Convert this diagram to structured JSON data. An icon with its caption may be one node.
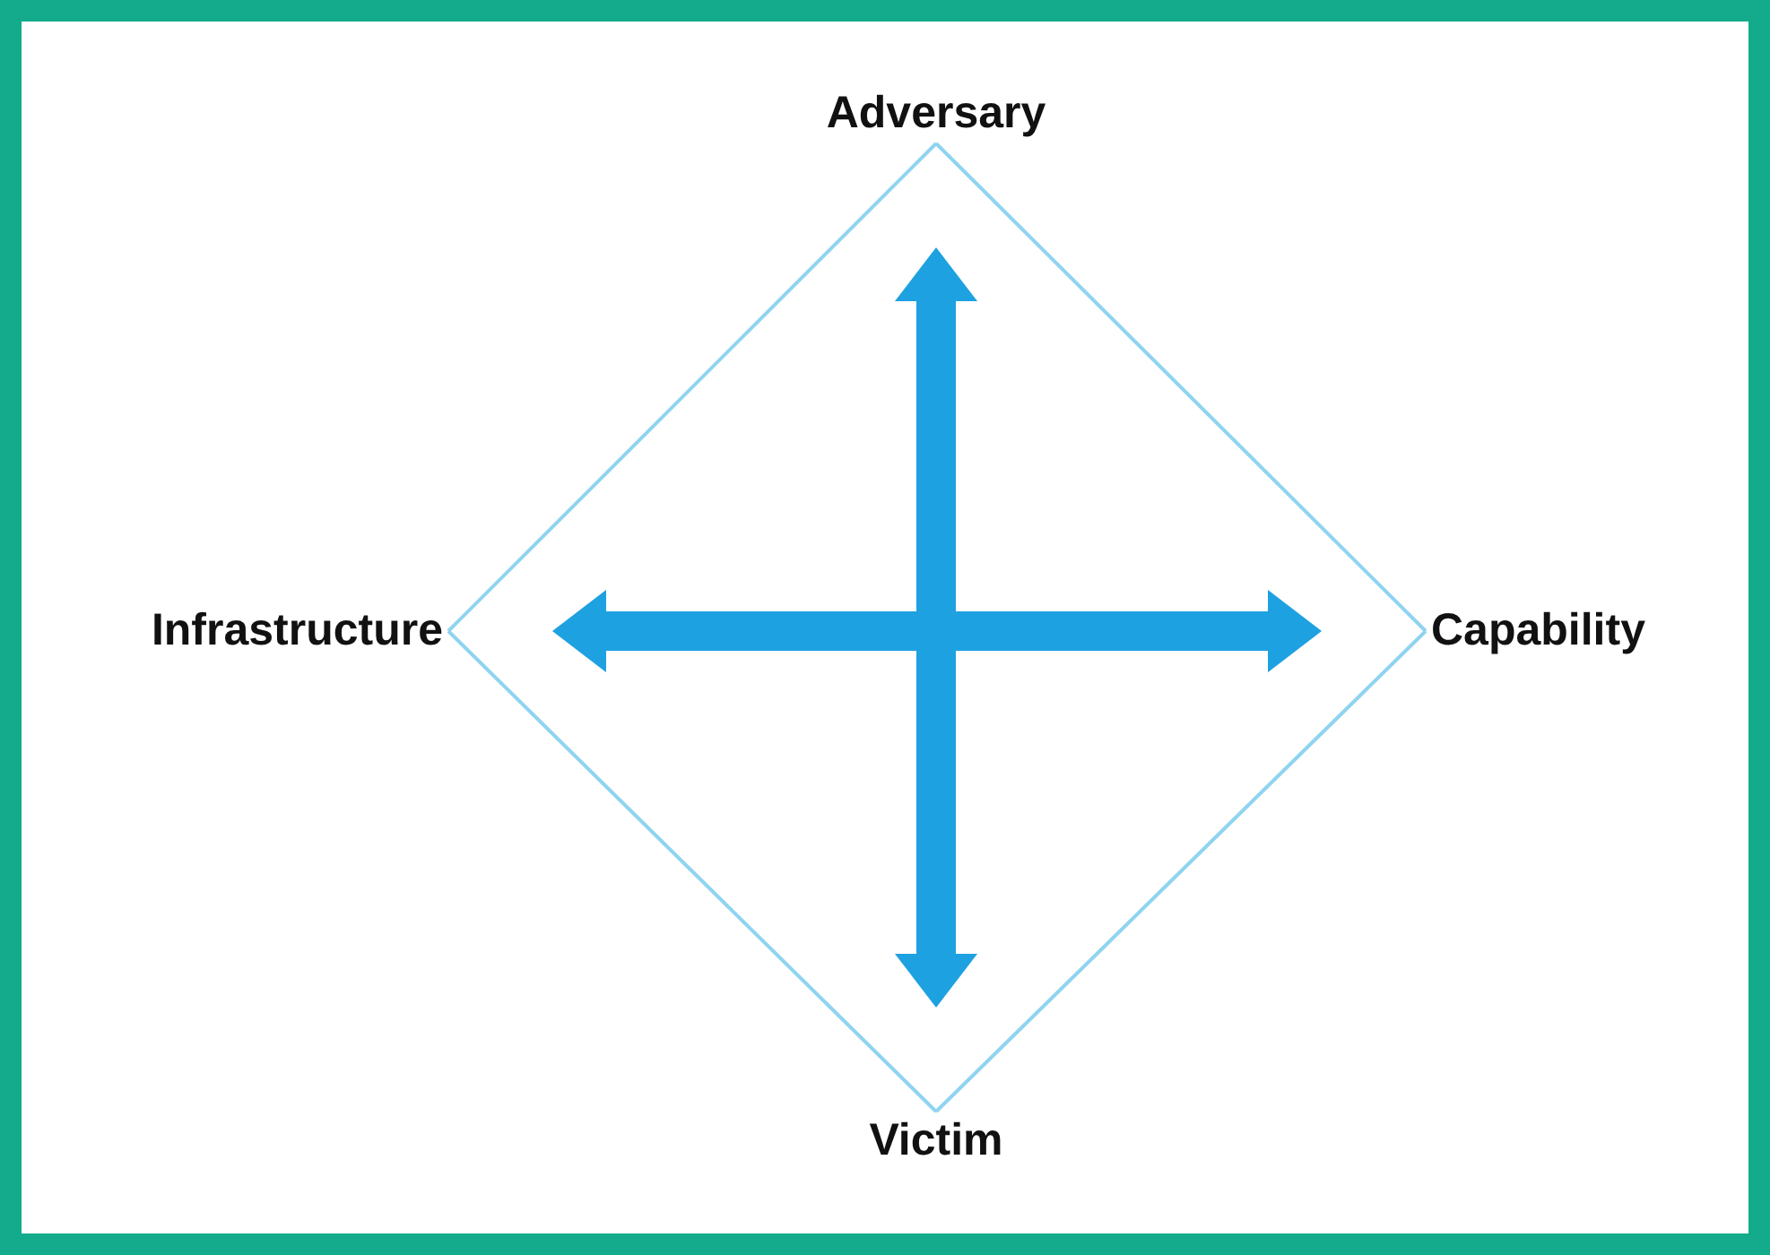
{
  "diagram": {
    "nodes": [
      {
        "text": [
          "Adversary"
        ]
      },
      {
        "text": [
          "Infrastructure"
        ]
      },
      {
        "text": [
          "Capability"
        ]
      },
      {
        "text": [
          "Victim"
        ]
      }
    ],
    "edges": [
      {
        "from": 0,
        "to": 2,
        "arrow": "none"
      },
      {
        "from": 2,
        "to": 3,
        "arrow": "none"
      },
      {
        "from": 3,
        "to": 1,
        "arrow": "none"
      },
      {
        "from": 1,
        "to": 0,
        "arrow": "none"
      },
      {
        "from": 0,
        "to": 3,
        "arrow": "both",
        "style": "thick",
        "color": "#1ea1e1"
      },
      {
        "from": 1,
        "to": 2,
        "arrow": "both",
        "style": "thick",
        "color": "#1ea1e1"
      }
    ]
  }
}
